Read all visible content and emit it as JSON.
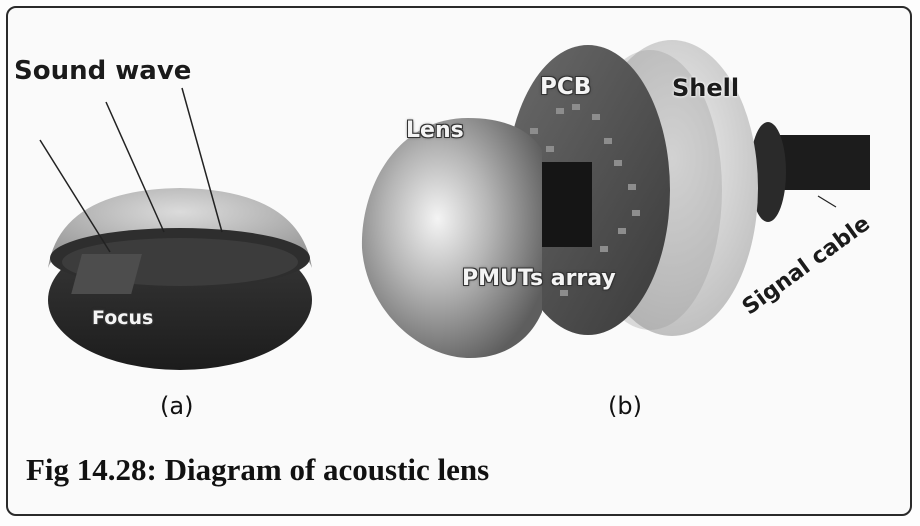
{
  "labels": {
    "sound_wave": "Sound wave",
    "focus": "Focus",
    "lens": "Lens",
    "pcb": "PCB",
    "shell": "Shell",
    "pmuts_array": "PMUTs array",
    "signal_cable": "Signal cable"
  },
  "subfigures": {
    "a": "(a)",
    "b": "(b)"
  },
  "caption": "Fig 14.28: Diagram of acoustic lens"
}
